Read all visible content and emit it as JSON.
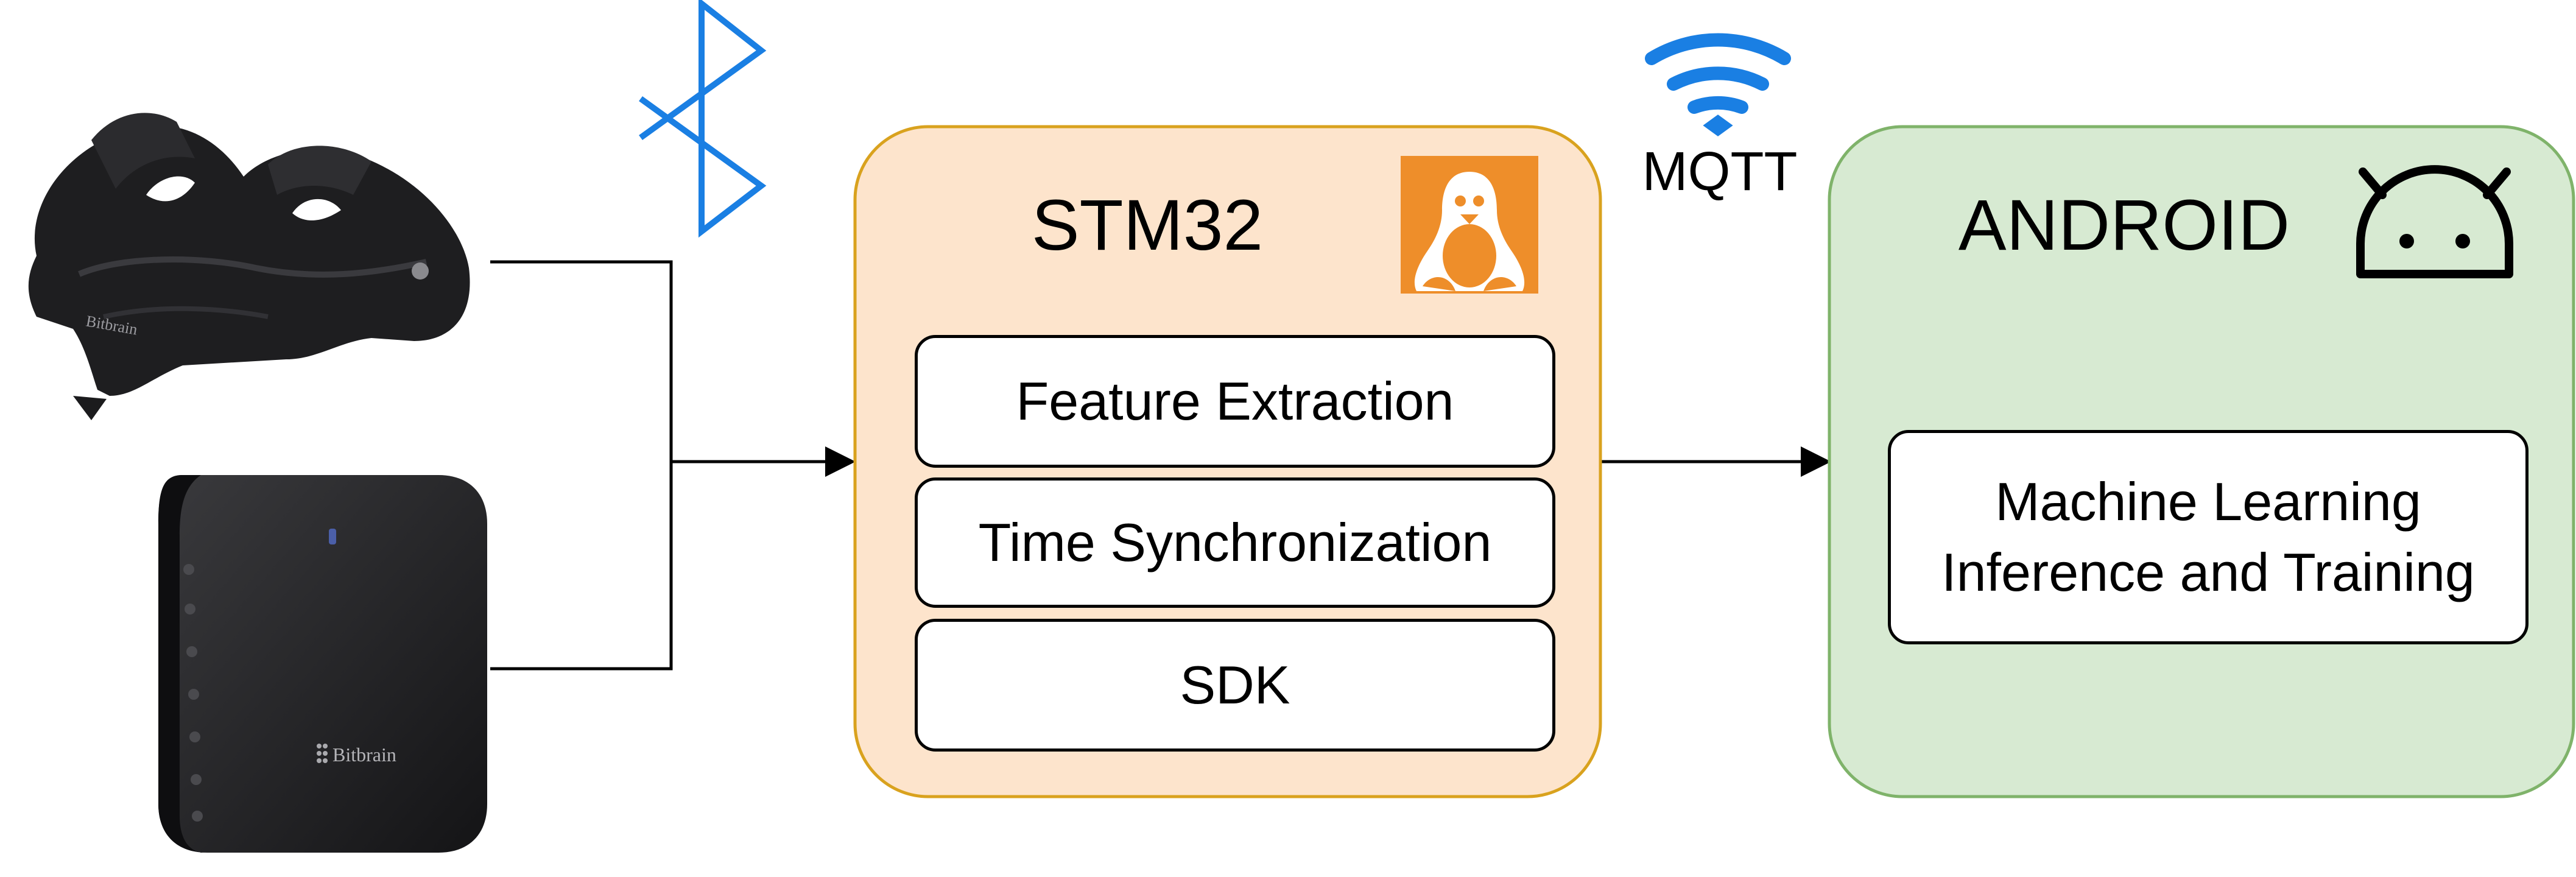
{
  "colors": {
    "stm32_fill": "#fde4cc",
    "stm32_border": "#d9a21e",
    "android_fill": "#d7ead2",
    "android_border": "#7fb36a",
    "linux_badge": "#ee8e2a",
    "wireless_blue": "#1a7fe3",
    "device_black": "#1d1d1f"
  },
  "icons": [
    "bluetooth-icon",
    "wifi-icon",
    "linux-tux-icon",
    "android-icon",
    "eeg-headset-image",
    "amplifier-device-image"
  ],
  "devices": {
    "headset_brand": "Bitbrain",
    "amplifier_brand": "Bitbrain"
  },
  "links": {
    "mqtt_label": "MQTT"
  },
  "stm32": {
    "title": "STM32",
    "modules": [
      "Feature Extraction",
      "Time Synchronization",
      "SDK"
    ]
  },
  "android": {
    "title": "ANDROID",
    "module_line1": "Machine Learning",
    "module_line2": "Inference and Training"
  }
}
